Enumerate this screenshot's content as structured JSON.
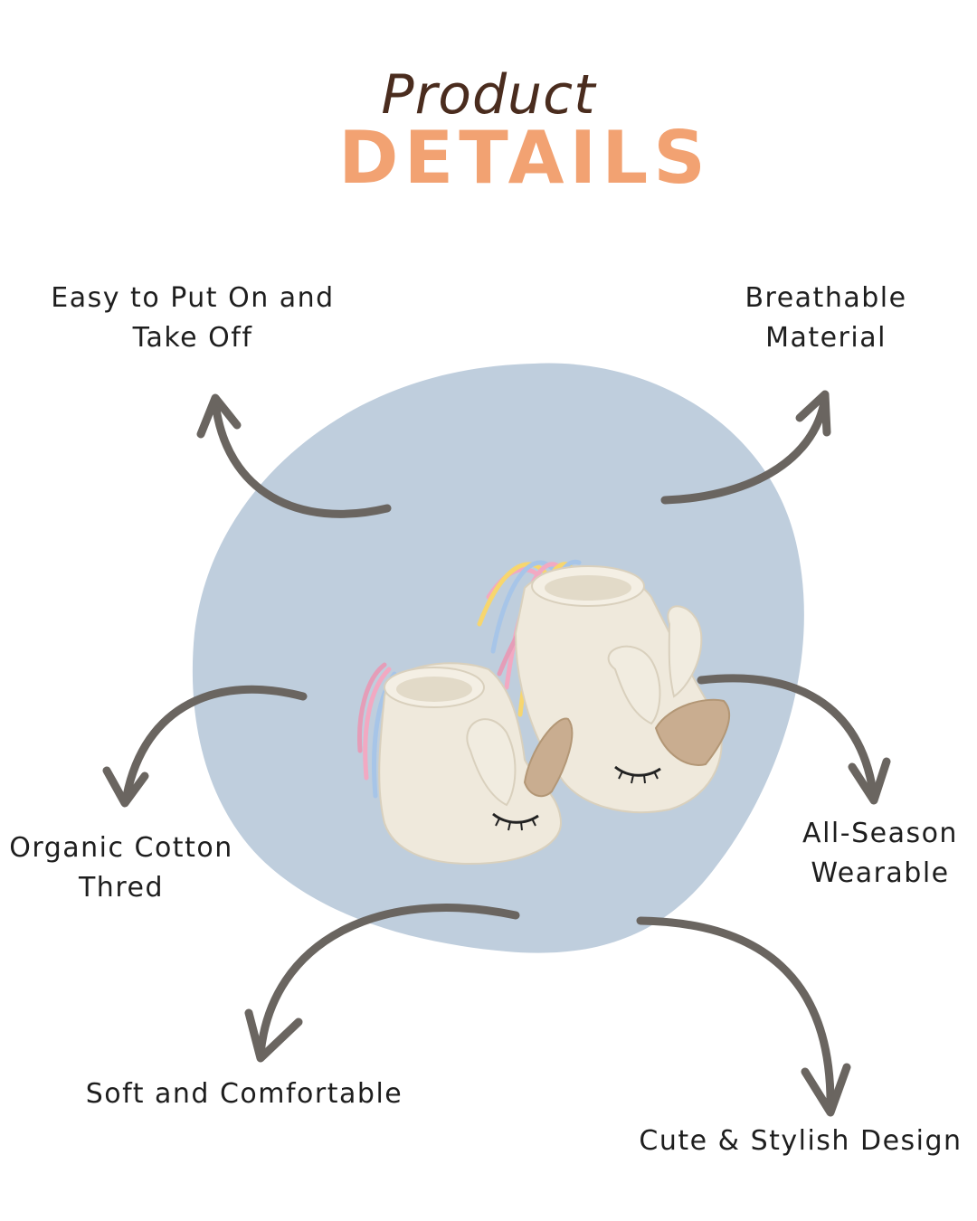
{
  "header": {
    "title_line1": "Product",
    "title_line2": "DETAILS"
  },
  "features": [
    {
      "line1": "Easy to Put On and",
      "line2": "Take Off"
    },
    {
      "line1": "Breathable",
      "line2": "Material"
    },
    {
      "line1": "Organic Cotton",
      "line2": "Thred"
    },
    {
      "line1": "All-Season",
      "line2": "Wearable"
    },
    {
      "line1": "Soft and Comfortable"
    },
    {
      "line1": "Cute & Stylish Design"
    }
  ],
  "colors": {
    "title_dark": "#4a2c1e",
    "title_accent": "#f2a272",
    "blob": "#bfcedd",
    "arrow": "#6a6560",
    "text": "#1e1e1e"
  },
  "icons": {
    "arrow": "curved-arrow-icon",
    "product": "unicorn-crochet-booties-image"
  }
}
